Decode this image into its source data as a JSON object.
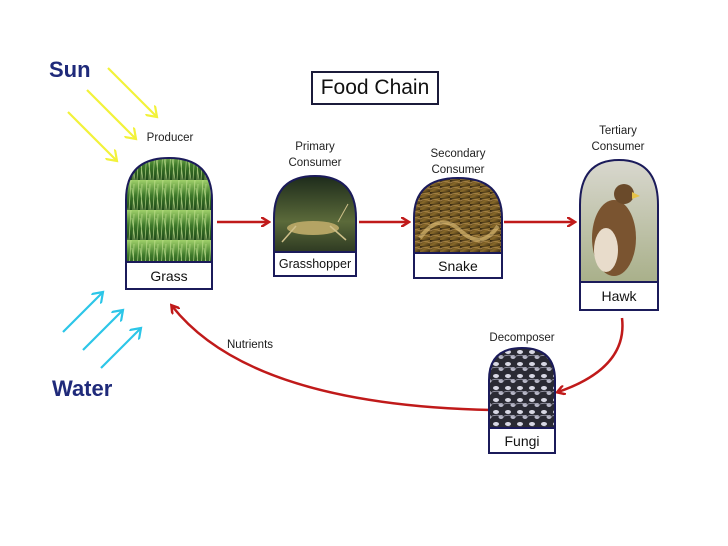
{
  "title": "Food Chain",
  "sun_label": "Sun",
  "water_label": "Water",
  "nutrients_label": "Nutrients",
  "organisms": [
    {
      "role": "Producer",
      "name": "Grass"
    },
    {
      "role": "Primary\nConsumer",
      "name": "Grasshopper"
    },
    {
      "role": "Secondary\nConsumer",
      "name": "Snake"
    },
    {
      "role": "Tertiary\nConsumer",
      "name": "Hawk"
    },
    {
      "role": "Decomposer",
      "name": "Fungi"
    }
  ],
  "colors": {
    "sun_rays": "#f2f23a",
    "water_rays": "#2cc6e8",
    "arrows": "#c01a1a",
    "card_border": "#1b1b5a",
    "label_text": "#1f2a7a"
  }
}
